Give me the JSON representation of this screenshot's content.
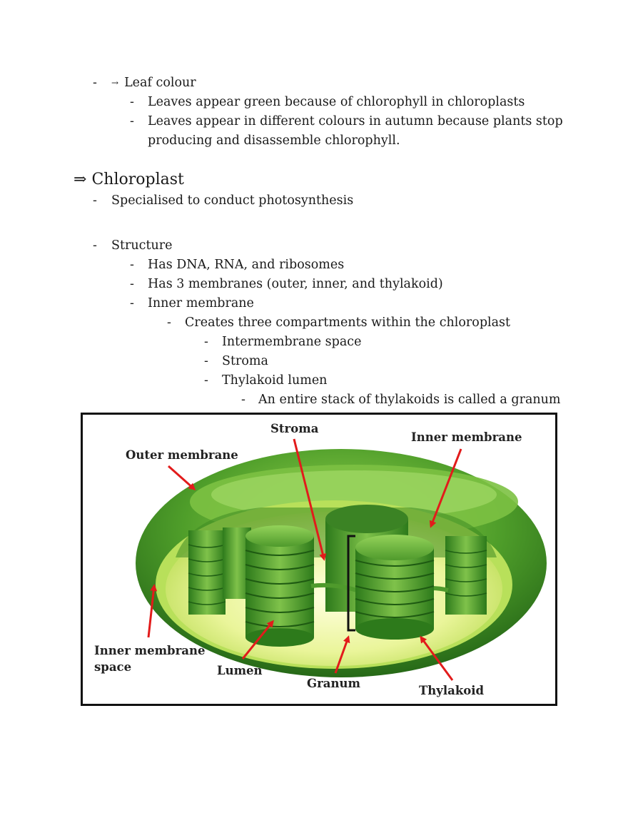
{
  "notes": {
    "leaf_colour": {
      "title": "Leaf colour",
      "points": [
        "Leaves appear green because of chlorophyll in chloroplasts",
        "Leaves appear in different colours in autumn because plants stop",
        "producing and disassemble chlorophyll."
      ]
    },
    "chloroplast": {
      "heading": "Chloroplast",
      "specialised": "Specialised to conduct photosynthesis",
      "structure": {
        "title": "Structure",
        "items": [
          "Has DNA, RNA, and ribosomes",
          "Has 3 membranes (outer, inner, and thylakoid)",
          "Inner membrane"
        ],
        "inner_membrane_detail": "Creates three compartments within the chloroplast",
        "compartments": [
          "Intermembrane space",
          "Stroma",
          "Thylakoid lumen"
        ],
        "granum_note": "An entire stack of thylakoids is called a granum"
      }
    }
  },
  "diagram": {
    "labels": {
      "stroma": "Stroma",
      "inner_membrane": "Inner membrane",
      "outer_membrane": "Outer membrane",
      "inner_membrane_space_1": "Inner membrane",
      "inner_membrane_space_2": "space",
      "lumen": "Lumen",
      "granum": "Granum",
      "thylakoid": "Thylakoid"
    },
    "colors": {
      "outer_dark": "#2f7d1e",
      "outer_light": "#8fcf4a",
      "inner_fill": "#eef7b0",
      "thylakoid": "#4f9a2c",
      "arrow": "#e21b1b"
    }
  }
}
